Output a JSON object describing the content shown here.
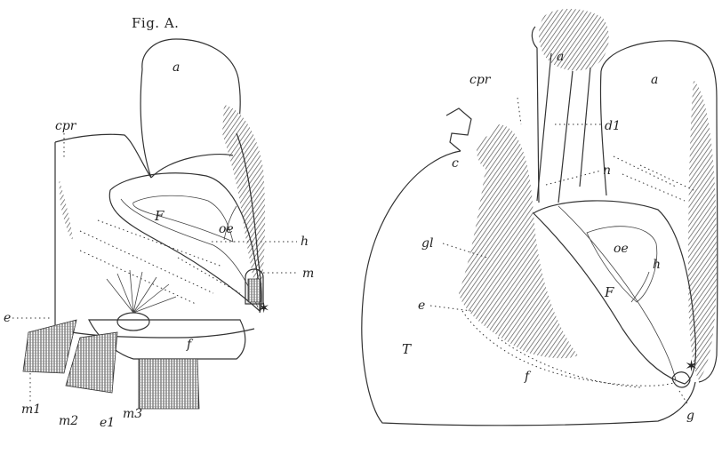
{
  "figure_a": {
    "title": "Fig. A.",
    "labels": {
      "a": "a",
      "cpr": "cpr",
      "F": "F",
      "oe": "oe",
      "h": "h",
      "m": "m",
      "e": "e",
      "f": "f",
      "m1": "m1",
      "m2": "m2",
      "e1": "e1",
      "m3": "m3"
    }
  },
  "figure_b": {
    "labels": {
      "a_top": "a",
      "a_right": "a",
      "cpr": "cpr",
      "d1": "d1",
      "c": "c",
      "n": "n",
      "gl": "gl",
      "oe": "oe",
      "h": "h",
      "F": "F",
      "e": "e",
      "T": "T",
      "f": "f",
      "g": "g"
    }
  }
}
